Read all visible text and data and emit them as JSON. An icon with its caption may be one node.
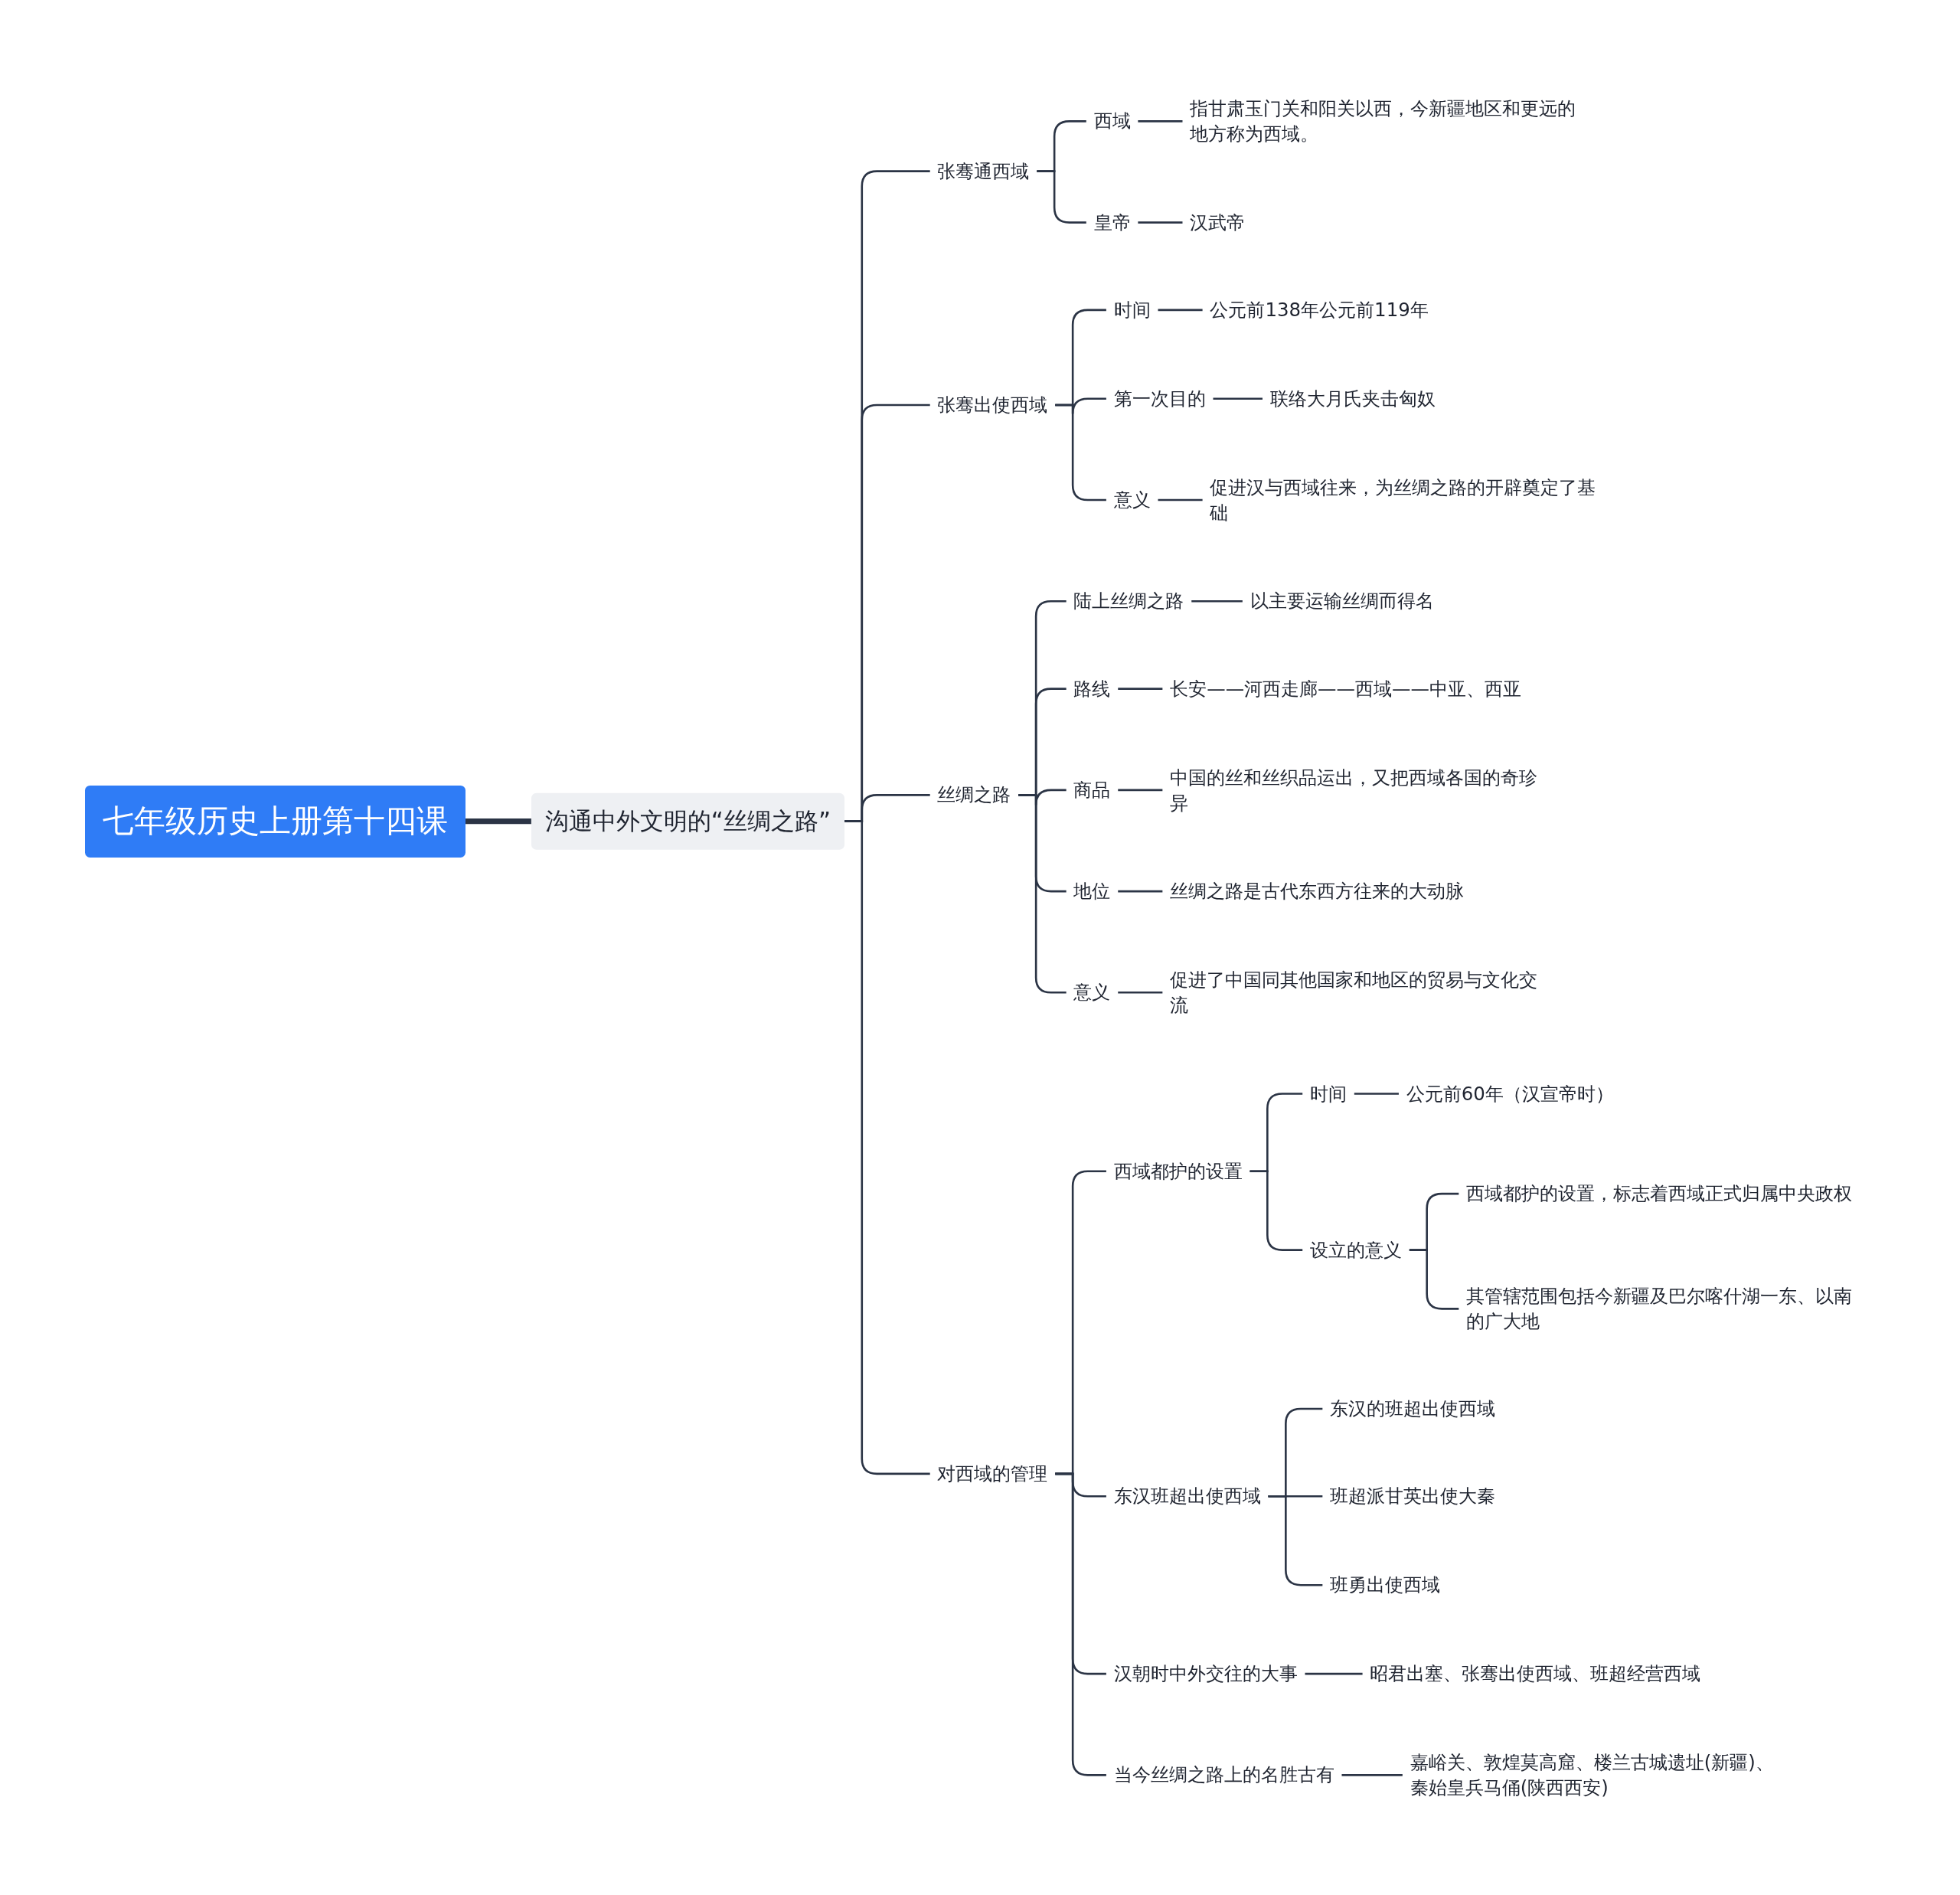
{
  "diagram": {
    "nodes": [
      {
        "text": [
          "七年级历史上册第十四课"
        ]
      },
      {
        "text": [
          "沟通中外文明的“丝绸之路”"
        ]
      },
      {
        "text": [
          "张骞通西域"
        ]
      },
      {
        "text": [
          "西域"
        ]
      },
      {
        "text": [
          "指甘肃玉门关和阳关以西，今新疆地区和更远的地方称为西域。"
        ]
      },
      {
        "text": [
          "皇帝"
        ]
      },
      {
        "text": [
          "汉武帝"
        ]
      },
      {
        "text": [
          "张骞出使西域"
        ]
      },
      {
        "text": [
          "时间"
        ]
      },
      {
        "text": [
          "公元前138年公元前119年"
        ]
      },
      {
        "text": [
          "第一次目的"
        ]
      },
      {
        "text": [
          "联络大月氏夹击匈奴"
        ]
      },
      {
        "text": [
          "意义"
        ]
      },
      {
        "text": [
          "促进汉与西域往来，为丝绸之路的开辟奠定了基础"
        ]
      },
      {
        "text": [
          "丝绸之路"
        ]
      },
      {
        "text": [
          "陆上丝绸之路"
        ]
      },
      {
        "text": [
          "以主要运输丝绸而得名"
        ]
      },
      {
        "text": [
          "路线"
        ]
      },
      {
        "text": [
          "长安——河西走廊——西域——中亚、西亚"
        ]
      },
      {
        "text": [
          "商品"
        ]
      },
      {
        "text": [
          "中国的丝和丝织品运出，又把西域各国的奇珍异"
        ]
      },
      {
        "text": [
          "地位"
        ]
      },
      {
        "text": [
          "丝绸之路是古代东西方往来的大动脉"
        ]
      },
      {
        "text": [
          "意义"
        ]
      },
      {
        "text": [
          "促进了中国同其他国家和地区的贸易与文化交流"
        ]
      },
      {
        "text": [
          "对西域的管理"
        ]
      },
      {
        "text": [
          "西域都护的设置"
        ]
      },
      {
        "text": [
          "时间"
        ]
      },
      {
        "text": [
          "公元前60年（汉宣帝时）"
        ]
      },
      {
        "text": [
          "设立的意义"
        ]
      },
      {
        "text": [
          "西域都护的设置，标志着西域正式归属中央政权"
        ]
      },
      {
        "text": [
          "其管辖范围包括今新疆及巴尔喀什湖一东、以南的广大地"
        ]
      },
      {
        "text": [
          "东汉班超出使西域"
        ]
      },
      {
        "text": [
          "东汉的班超出使西域"
        ]
      },
      {
        "text": [
          "班超派甘英出使大秦"
        ]
      },
      {
        "text": [
          "班勇出使西域"
        ]
      },
      {
        "text": [
          "汉朝时中外交往的大事"
        ]
      },
      {
        "text": [
          "昭君出塞、张骞出使西域、班超经营西域"
        ]
      },
      {
        "text": [
          "当今丝绸之路上的名胜古有"
        ]
      },
      {
        "text": [
          "嘉峪关、敦煌莫高窟、楼兰古城遗址(新疆)、秦始皇兵马俑(陕西西安)"
        ]
      }
    ],
    "edges": [
      {
        "from": 0,
        "to": 1,
        "arrow": "none",
        "style": "thick"
      },
      {
        "from": 1,
        "to": 2,
        "arrow": "none"
      },
      {
        "from": 1,
        "to": 7,
        "arrow": "none"
      },
      {
        "from": 1,
        "to": 14,
        "arrow": "none"
      },
      {
        "from": 1,
        "to": 25,
        "arrow": "none"
      },
      {
        "from": 2,
        "to": 3,
        "arrow": "none"
      },
      {
        "from": 2,
        "to": 5,
        "arrow": "none"
      },
      {
        "from": 3,
        "to": 4,
        "arrow": "none"
      },
      {
        "from": 5,
        "to": 6,
        "arrow": "none"
      },
      {
        "from": 7,
        "to": 8,
        "arrow": "none"
      },
      {
        "from": 7,
        "to": 10,
        "arrow": "none"
      },
      {
        "from": 7,
        "to": 12,
        "arrow": "none"
      },
      {
        "from": 8,
        "to": 9,
        "arrow": "none"
      },
      {
        "from": 10,
        "to": 11,
        "arrow": "none"
      },
      {
        "from": 12,
        "to": 13,
        "arrow": "none"
      },
      {
        "from": 14,
        "to": 15,
        "arrow": "none"
      },
      {
        "from": 14,
        "to": 17,
        "arrow": "none"
      },
      {
        "from": 14,
        "to": 19,
        "arrow": "none"
      },
      {
        "from": 14,
        "to": 21,
        "arrow": "none"
      },
      {
        "from": 14,
        "to": 23,
        "arrow": "none"
      },
      {
        "from": 15,
        "to": 16,
        "arrow": "none"
      },
      {
        "from": 17,
        "to": 18,
        "arrow": "none"
      },
      {
        "from": 19,
        "to": 20,
        "arrow": "none"
      },
      {
        "from": 21,
        "to": 22,
        "arrow": "none"
      },
      {
        "from": 23,
        "to": 24,
        "arrow": "none"
      },
      {
        "from": 25,
        "to": 26,
        "arrow": "none"
      },
      {
        "from": 25,
        "to": 32,
        "arrow": "none"
      },
      {
        "from": 25,
        "to": 36,
        "arrow": "none"
      },
      {
        "from": 25,
        "to": 38,
        "arrow": "none"
      },
      {
        "from": 26,
        "to": 27,
        "arrow": "none"
      },
      {
        "from": 26,
        "to": 29,
        "arrow": "none"
      },
      {
        "from": 27,
        "to": 28,
        "arrow": "none"
      },
      {
        "from": 29,
        "to": 30,
        "arrow": "none"
      },
      {
        "from": 29,
        "to": 31,
        "arrow": "none"
      },
      {
        "from": 32,
        "to": 33,
        "arrow": "none"
      },
      {
        "from": 32,
        "to": 34,
        "arrow": "none"
      },
      {
        "from": 32,
        "to": 35,
        "arrow": "none"
      },
      {
        "from": 36,
        "to": 37,
        "arrow": "none"
      },
      {
        "from": 38,
        "to": 39,
        "arrow": "none"
      }
    ]
  }
}
